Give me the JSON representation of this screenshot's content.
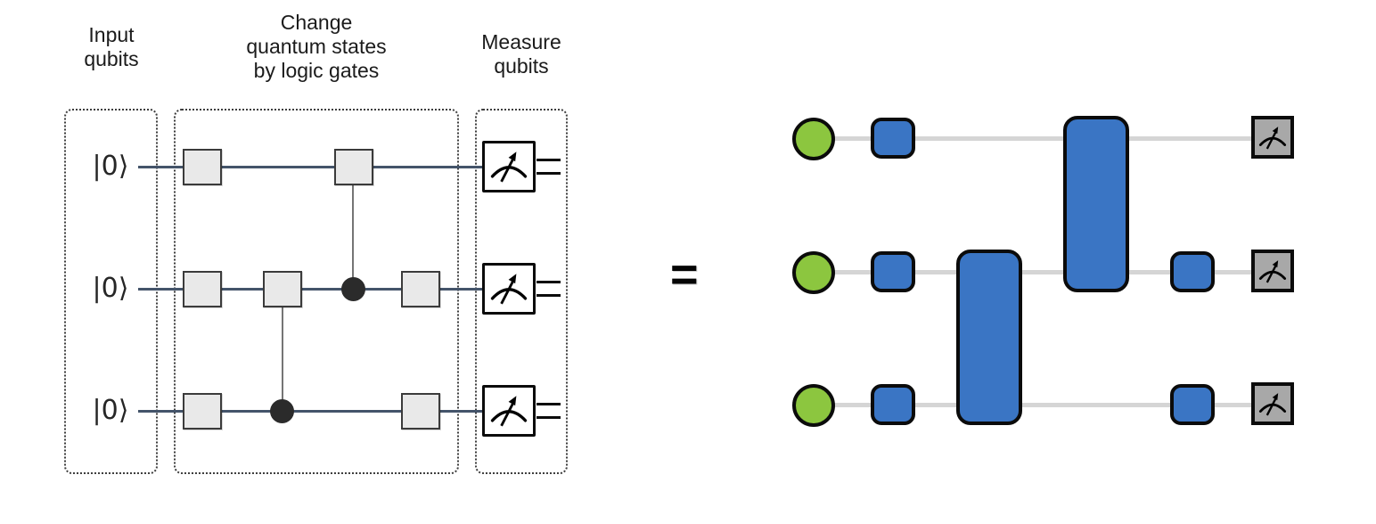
{
  "labels": {
    "input": "Input\nqubits",
    "gates": "Change\nquantum states\nby logic gates",
    "measure": "Measure\nqubits",
    "equals": "=",
    "ket_zero": "|0⟩"
  },
  "colors": {
    "left_wire": "#44546A",
    "left_gate_fill": "#E9E9E9",
    "left_gate_border": "#3B3B3B",
    "control_dot": "#2B2B2B",
    "right_wire": "#D5D5D5",
    "qubit_green": "#8CC63F",
    "gate_blue": "#3A75C4",
    "measure_gray": "#A8A8A8"
  },
  "left_circuit": {
    "sections": [
      "Input qubits",
      "Change quantum states by logic gates",
      "Measure qubits"
    ],
    "inputs": [
      "|0⟩",
      "|0⟩",
      "|0⟩"
    ],
    "wires": 3,
    "gates": [
      {
        "row": 1,
        "col": 1,
        "type": "box"
      },
      {
        "row": 1,
        "col": 3,
        "type": "box",
        "control_to_row": 2
      },
      {
        "row": 2,
        "col": 1,
        "type": "box"
      },
      {
        "row": 2,
        "col": 2,
        "type": "box",
        "control_to_row": 3
      },
      {
        "row": 2,
        "col": 3,
        "type": "control-dot"
      },
      {
        "row": 2,
        "col": 4,
        "type": "box"
      },
      {
        "row": 3,
        "col": 1,
        "type": "box"
      },
      {
        "row": 3,
        "col": 2,
        "type": "control-dot"
      },
      {
        "row": 3,
        "col": 4,
        "type": "box"
      }
    ],
    "measurements": 3
  },
  "right_circuit": {
    "wires": 3,
    "elements": [
      {
        "row": "1",
        "type": "input-qubit"
      },
      {
        "row": "1",
        "type": "single-qubit-gate"
      },
      {
        "row": "1-2",
        "type": "two-qubit-gate"
      },
      {
        "row": "1",
        "type": "measurement"
      },
      {
        "row": "2",
        "type": "input-qubit"
      },
      {
        "row": "2",
        "type": "single-qubit-gate"
      },
      {
        "row": "2-3",
        "type": "two-qubit-gate"
      },
      {
        "row": "2",
        "type": "single-qubit-gate"
      },
      {
        "row": "2",
        "type": "measurement"
      },
      {
        "row": "3",
        "type": "input-qubit"
      },
      {
        "row": "3",
        "type": "single-qubit-gate"
      },
      {
        "row": "3",
        "type": "single-qubit-gate"
      },
      {
        "row": "3",
        "type": "measurement"
      }
    ]
  }
}
